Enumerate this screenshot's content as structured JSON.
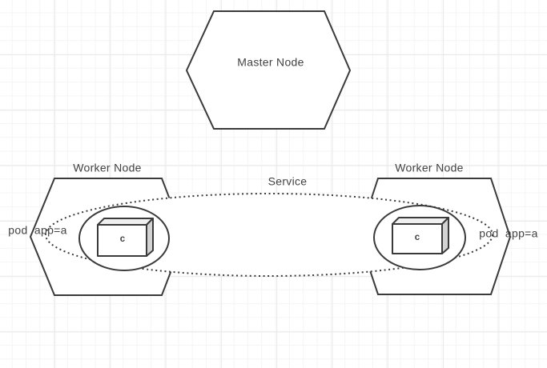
{
  "colors": {
    "background": "#ffffff",
    "grid_minor": "#f5f5f5",
    "grid_major": "#e9e9e9",
    "stroke": "#3a3a3a",
    "text": "#424242",
    "shape_fill": "#ffffff",
    "cube_top": "#f0f0f0",
    "cube_side": "#d3d3d3"
  },
  "diagram": {
    "master_node": {
      "label": "Master Node",
      "shape": "hexagon"
    },
    "worker_node_left": {
      "label": "Worker Node",
      "shape": "hexagon"
    },
    "worker_node_right": {
      "label": "Worker Node",
      "shape": "hexagon"
    },
    "service": {
      "label": "Service",
      "shape": "dotted-ellipse"
    },
    "pod_left": {
      "label": "pod  app=a",
      "shape": "ellipse"
    },
    "pod_right": {
      "label": "pod  app=a",
      "shape": "ellipse"
    },
    "container_left": {
      "label": "c",
      "shape": "cube"
    },
    "container_right": {
      "label": "c",
      "shape": "cube"
    }
  }
}
